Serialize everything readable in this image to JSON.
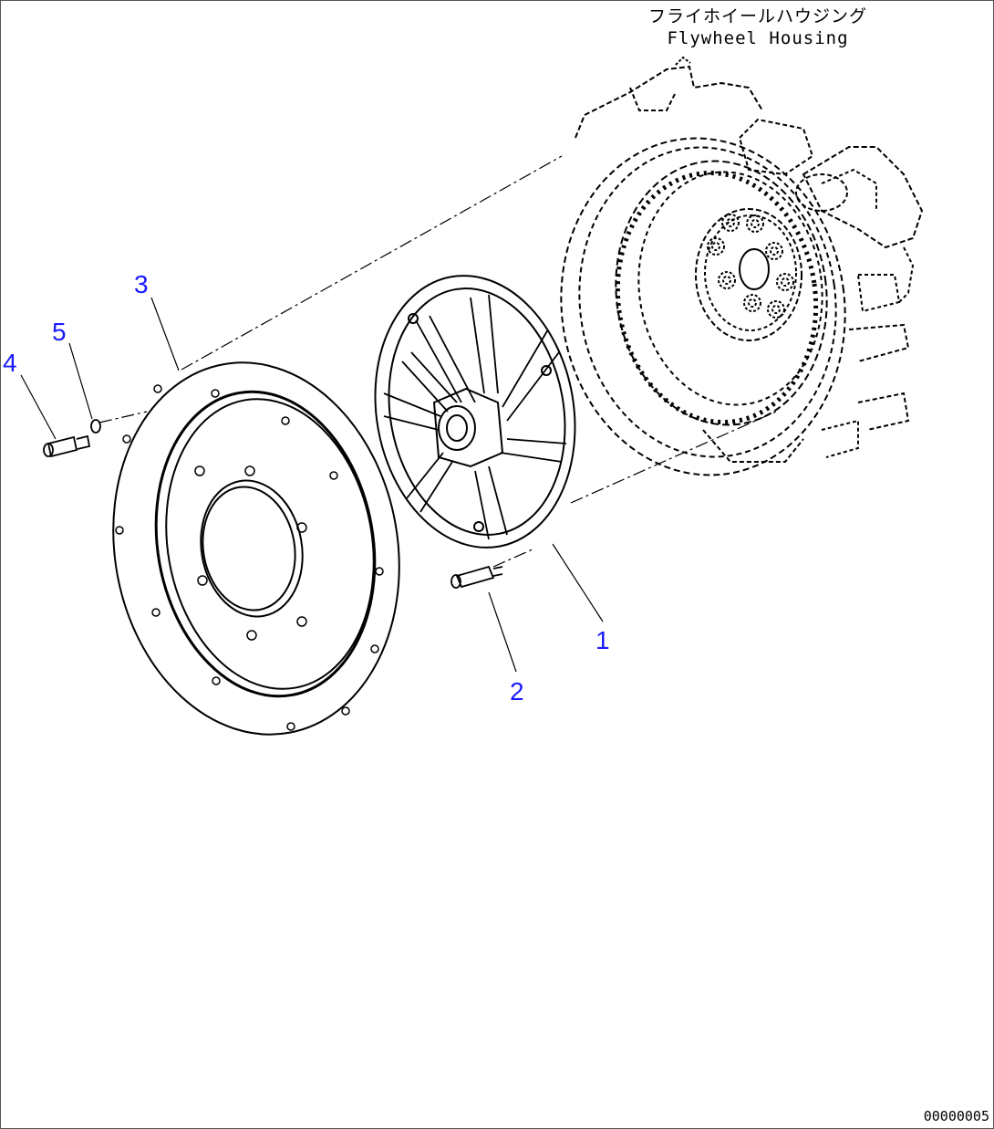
{
  "housing_label": {
    "jp": "フライホイールハウジング",
    "en": "Flywheel Housing"
  },
  "callouts": [
    {
      "id": "1",
      "text": "1"
    },
    {
      "id": "2",
      "text": "2"
    },
    {
      "id": "3",
      "text": "3"
    },
    {
      "id": "4",
      "text": "4"
    },
    {
      "id": "5",
      "text": "5"
    }
  ],
  "drawing_number": "00000005",
  "colors": {
    "line": "#000000",
    "callout": "#1a1aff",
    "background": "#ffffff"
  }
}
